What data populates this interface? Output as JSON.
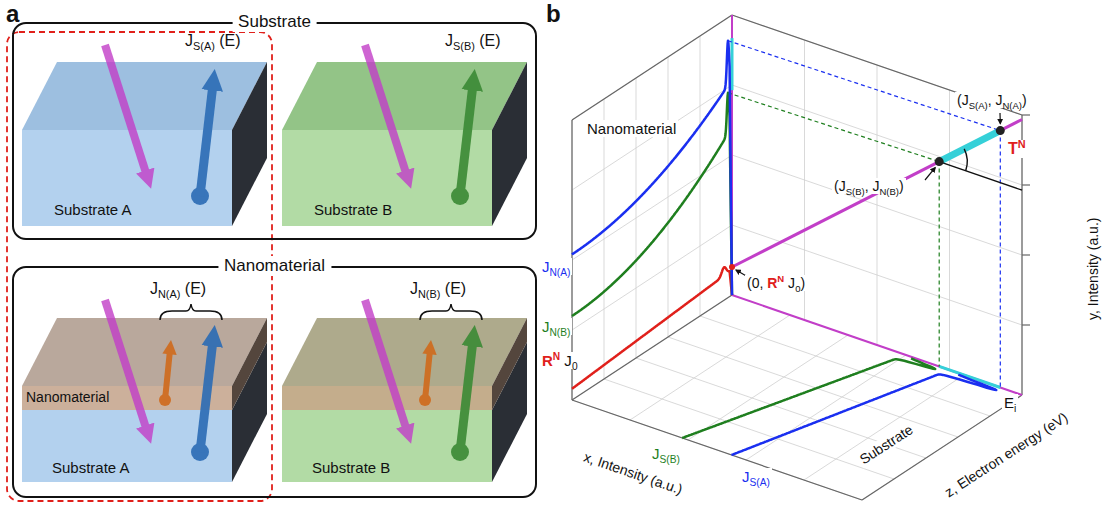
{
  "diagram": {
    "nodes": [
      {
        "text": [
          "Substrate"
        ]
      },
      {
        "text": [
          "Substrate A"
        ],
        "in": 0
      },
      {
        "text": [
          "Substrate B"
        ],
        "in": 0
      },
      {
        "text": [
          "Nanomaterial"
        ]
      },
      {
        "text": [
          "Nanomaterial",
          "Substrate A"
        ],
        "in": 3
      },
      {
        "text": [
          "Substrate B"
        ],
        "in": 3
      }
    ],
    "labels": [
      "a",
      "JS(A) (E)",
      "JS(B) (E)",
      "JN(A) (E)",
      "JN(B) (E)",
      "b",
      "Nanomaterial",
      "JN(A)",
      "JN(B)",
      "RN J0",
      "(0, RN J0)",
      "(JS(A), JN(A))",
      "(JS(B), JN(B))",
      "TN",
      "JS(B)",
      "JS(A)",
      "Substrate",
      "x, Intensity (a.u.)",
      "y, Intensity (a.u.)",
      "z, Electron energy (eV)",
      "Ei"
    ]
  }
}
